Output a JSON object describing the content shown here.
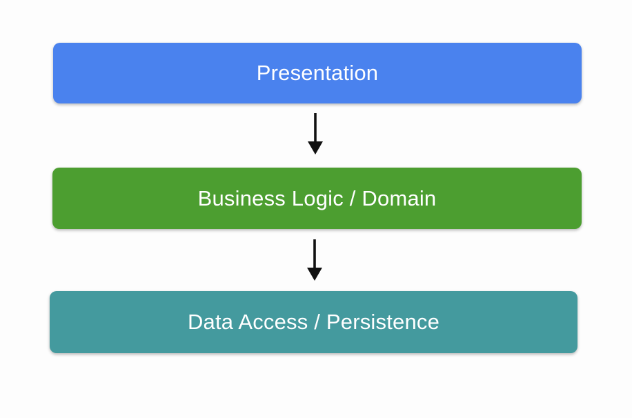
{
  "diagram": {
    "background": "#FDFDFD",
    "arrow_color": "#111111",
    "layers": [
      {
        "label": "Presentation",
        "color": "#4A82EE"
      },
      {
        "label": "Business Logic / Domain",
        "color": "#4C9E30"
      },
      {
        "label": "Data Access / Persistence",
        "color": "#449A9E"
      }
    ],
    "arrows": [
      {
        "from": "Presentation",
        "to": "Business Logic / Domain"
      },
      {
        "from": "Business Logic / Domain",
        "to": "Data Access / Persistence"
      }
    ]
  }
}
